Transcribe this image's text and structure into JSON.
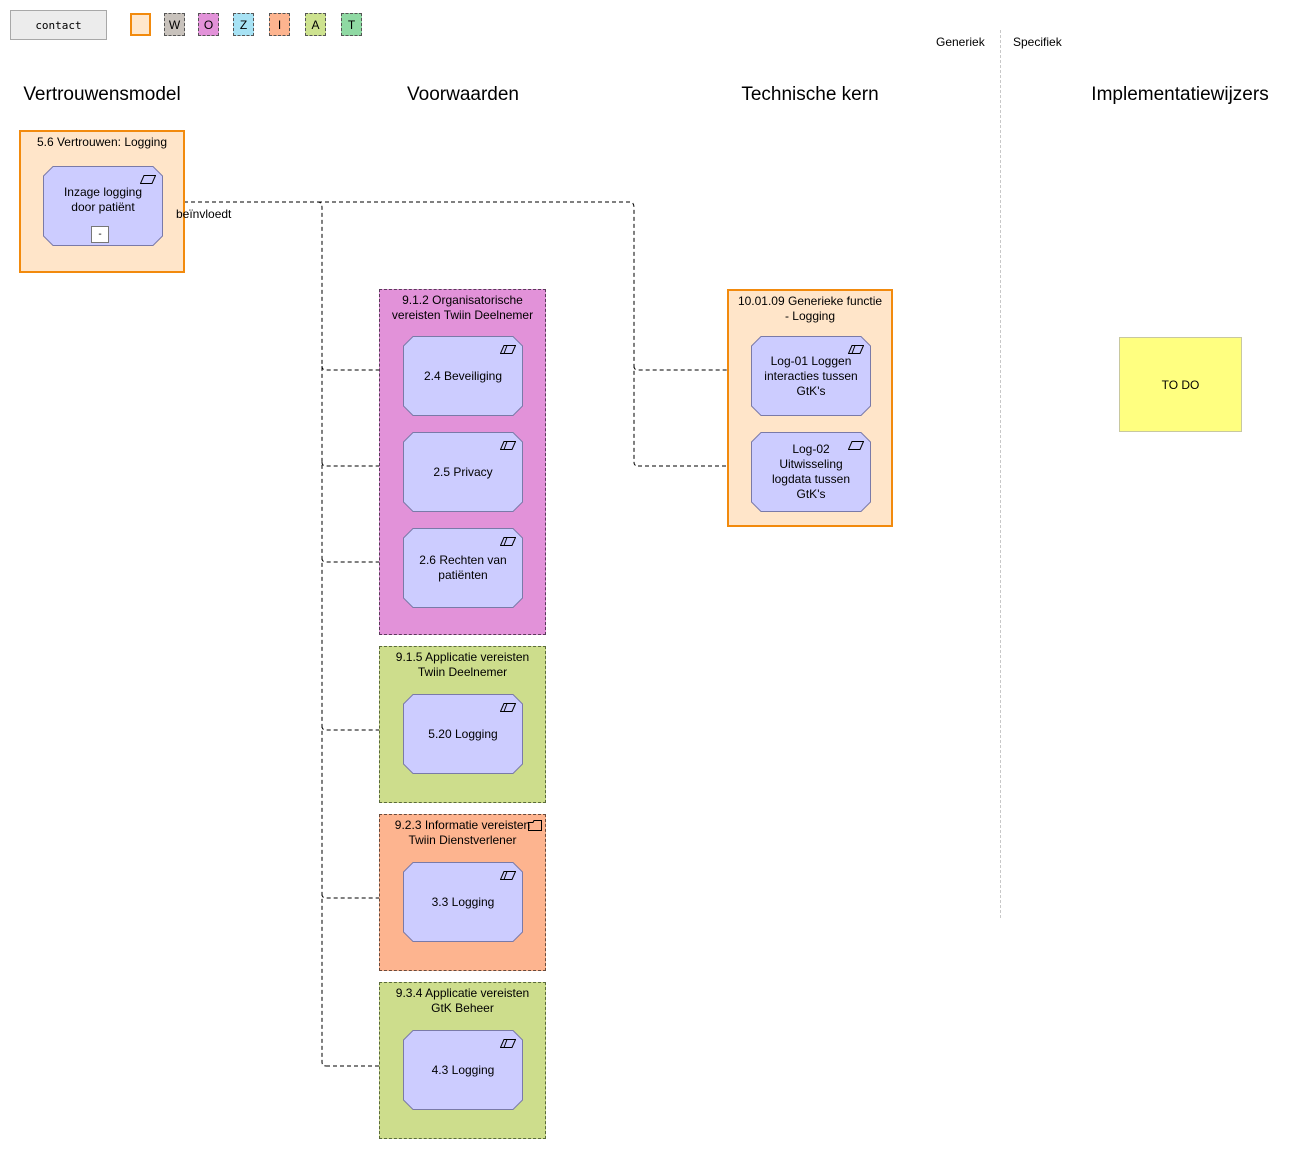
{
  "toolbar": {
    "contact_label": "contact",
    "swatches": [
      "",
      "W",
      "O",
      "Z",
      "I",
      "A",
      "T"
    ]
  },
  "scope": {
    "generic": "Generiek",
    "specific": "Specifiek"
  },
  "columns": [
    "Vertrouwensmodel",
    "Voorwaarden",
    "Technische kern",
    "Implementatiewijzers"
  ],
  "trust": {
    "group_title": "5.6 Vertrouwen: Logging",
    "node": "Inzage logging door patiënt",
    "mini_label": "-"
  },
  "relation_label": "beïnvloedt",
  "conditions": [
    {
      "title": "9.1.2 Organisatorische vereisten Twiin Deelnemer",
      "nodes": [
        "2.4 Beveiliging",
        "2.5 Privacy",
        "2.6 Rechten van patiënten"
      ]
    },
    {
      "title": "9.1.5 Applicatie vereisten Twiin Deelnemer",
      "nodes": [
        "5.20 Logging"
      ]
    },
    {
      "title": "9.2.3 Informatie vereisten Twiin Dienstverlener",
      "nodes": [
        "3.3 Logging"
      ]
    },
    {
      "title": "9.3.4 Applicatie vereisten GtK Beheer",
      "nodes": [
        "4.3 Logging"
      ]
    }
  ],
  "technical": {
    "title": "10.01.09 Generieke functie - Logging",
    "nodes": [
      "Log-01 Loggen interacties tussen GtK's",
      "Log-02 Uitwisseling logdata tussen GtK's"
    ]
  },
  "implementation": {
    "todo": "TO DO"
  },
  "colors": {
    "node_fill": "#ccccff",
    "orange_group": "#ffe5c9",
    "purple_group": "#e292d9",
    "green_group": "#cddd8c",
    "salmon_group": "#fdb48f",
    "todo_fill": "#ffff80"
  }
}
